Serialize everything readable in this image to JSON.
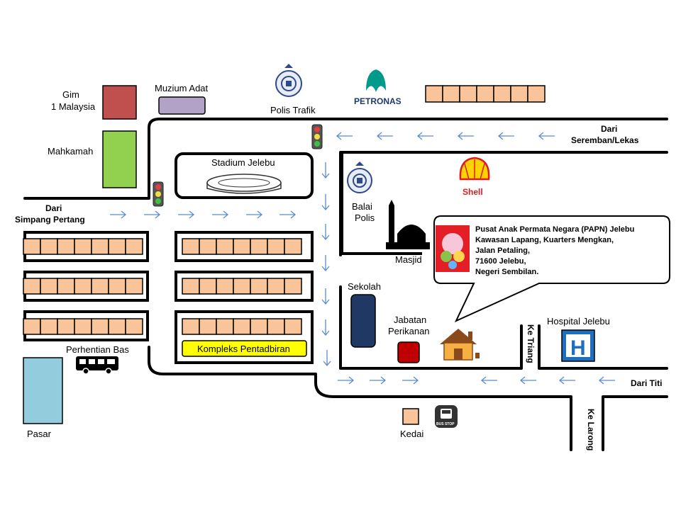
{
  "labels": {
    "gim": "Gim",
    "gim2": "1 Malaysia",
    "mahkamah": "Mahkamah",
    "muzium": "Muzium Adat",
    "polis_trafik": "Polis Trafik",
    "petronas": "PETRONAS",
    "shell": "Shell",
    "stadium": "Stadium Jelebu",
    "balai_polis_1": "Balai",
    "balai_polis_2": "Polis",
    "masjid": "Masjid",
    "sekolah": "Sekolah",
    "jabatan_1": "Jabatan",
    "jabatan_2": "Perikanan",
    "hospital": "Hospital Jelebu",
    "hospital_sign": "H",
    "perhentian": "Perhentian Bas",
    "pasar": "Pasar",
    "kedai": "Kedai",
    "bus_stop": "BUS STOP",
    "kompleks": "Kompleks Pentadbiran",
    "dari_simpang_1": "Dari",
    "dari_simpang_2": "Simpang Pertang",
    "dari_seremban_1": "Dari",
    "dari_seremban_2": "Seremban/Lekas",
    "dari_titi": "Dari Titi",
    "ke_triang": "Ke Triang",
    "ke_larong": "Ke Larong"
  },
  "callout": {
    "line1": "Pusat Anak Permata Negara (PAPN) Jelebu",
    "line2": "Kawasan Lapang, Kuarters Mengkan,",
    "line3": "Jalan Petaling,",
    "line4": "71600 Jelebu,",
    "line5": "Negeri Sembilan."
  },
  "colors": {
    "gim": "#c0504d",
    "mahkamah": "#92d050",
    "muzium": "#b3a2c7",
    "pasar": "#93cddd",
    "sekolah": "#1f3864",
    "jabatan": "#c00000",
    "kompleks": "#ffff00",
    "hospital": "#1f6fc1",
    "lot": "#f9c49a",
    "arrow": "#5b8bd0"
  }
}
